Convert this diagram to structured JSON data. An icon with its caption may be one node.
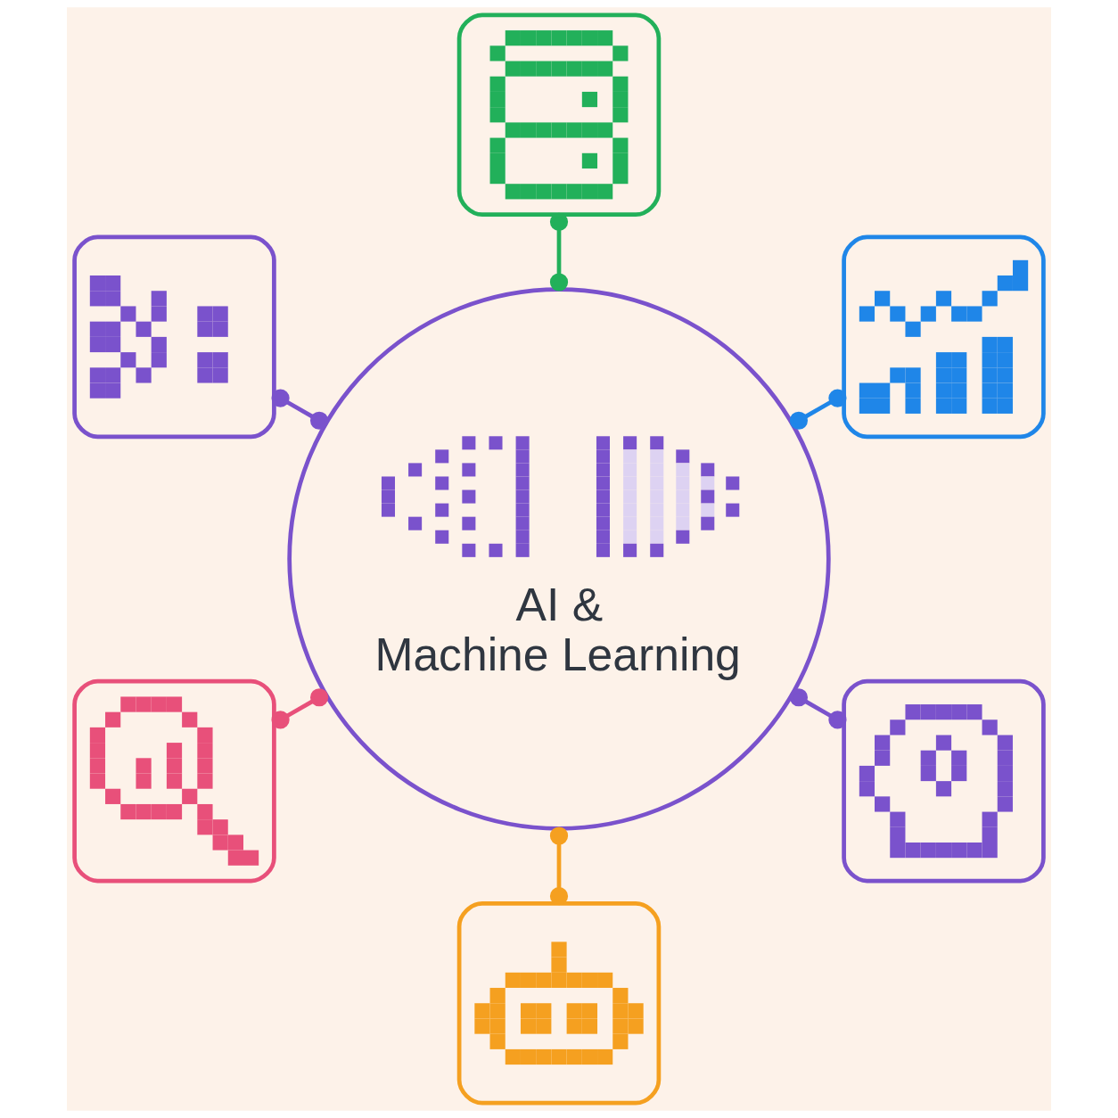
{
  "diagram": {
    "nodes": [
      {
        "text": [],
        "shape": "picture"
      },
      {
        "text": [],
        "shape": "picture"
      },
      {
        "text": [],
        "shape": "picture"
      },
      {
        "text": [
          "AI & Machine Learning"
        ]
      },
      {
        "text": [],
        "shape": "picture"
      },
      {
        "text": [],
        "shape": "picture"
      },
      {
        "text": [],
        "shape": "picture"
      }
    ],
    "edges": [
      {
        "from": 3,
        "to": 0,
        "arrow": "other",
        "color": "#22b05a"
      },
      {
        "from": 3,
        "to": 2,
        "arrow": "other",
        "color": "#1f86e8"
      },
      {
        "from": 3,
        "to": 5,
        "arrow": "other",
        "color": "#7a52cc"
      },
      {
        "from": 3,
        "to": 6,
        "arrow": "other",
        "color": "#f5a020"
      },
      {
        "from": 3,
        "to": 4,
        "arrow": "other",
        "color": "#e8507a"
      },
      {
        "from": 3,
        "to": 1,
        "arrow": "other",
        "color": "#7a52cc"
      }
    ]
  }
}
